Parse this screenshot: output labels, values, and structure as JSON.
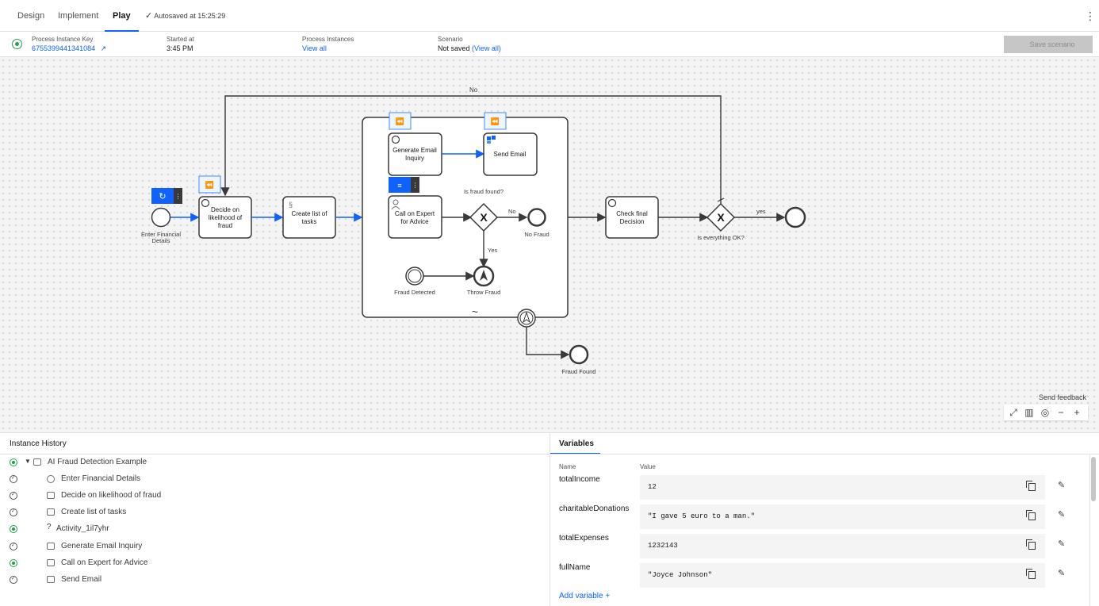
{
  "tabs": [
    {
      "label": "Design"
    },
    {
      "label": "Implement"
    },
    {
      "label": "Play"
    }
  ],
  "autosave": "Autosaved at 15:25:29",
  "info": {
    "key_label": "Process Instance Key",
    "key_value": "6755399441341084",
    "started_label": "Started at",
    "started_value": "3:45 PM",
    "instances_label": "Process Instances",
    "instances_link": "View all",
    "scenario_label": "Scenario",
    "scenario_value": "Not saved",
    "scenario_link": "(View all)",
    "save_label": "Save scenario"
  },
  "diagram": {
    "start_event": "Enter Financial Details",
    "decide_task": [
      "Decide on",
      "likelihood of",
      "fraud"
    ],
    "create_task": [
      "Create list of",
      "tasks"
    ],
    "gen_email_task": [
      "Generate Email",
      "Inquiry"
    ],
    "send_email_task": "Send Email",
    "expert_task": [
      "Call on Expert",
      "for Advice"
    ],
    "fraud_gateway": "Is fraud found?",
    "no_label": "No",
    "yes_label": "Yes",
    "no_fraud": "No Fraud",
    "fraud_detected": "Fraud Detected",
    "throw_fraud": "Throw Fraud",
    "fraud_found": "Fraud Found",
    "final_task": [
      "Check final",
      "Decision"
    ],
    "ok_gateway": "Is everything OK?",
    "loop_no": "No",
    "yes_lower": "yes",
    "subprocess_marker": "~"
  },
  "feedback": "Send feedback",
  "history": {
    "title": "Instance History",
    "rows": [
      {
        "label": "AI Fraud Detection Example"
      },
      {
        "label": "Enter Financial Details"
      },
      {
        "label": "Decide on likelihood of fraud"
      },
      {
        "label": "Create list of tasks"
      },
      {
        "label": "Activity_1il7yhr"
      },
      {
        "label": "Generate Email Inquiry"
      },
      {
        "label": "Call on Expert for Advice"
      },
      {
        "label": "Send Email"
      }
    ],
    "unknown_marker": "?"
  },
  "variables": {
    "tab": "Variables",
    "name_header": "Name",
    "value_header": "Value",
    "items": [
      {
        "name": "totalIncome",
        "value": "12"
      },
      {
        "name": "charitableDonations",
        "value": "\"I gave 5 euro to a man.\""
      },
      {
        "name": "totalExpenses",
        "value": "1232143"
      },
      {
        "name": "fullName",
        "value": "\"Joyce Johnson\""
      }
    ],
    "add_label": "Add variable +"
  },
  "colors": {
    "accent": "#0f62fe",
    "success": "#24a148"
  }
}
